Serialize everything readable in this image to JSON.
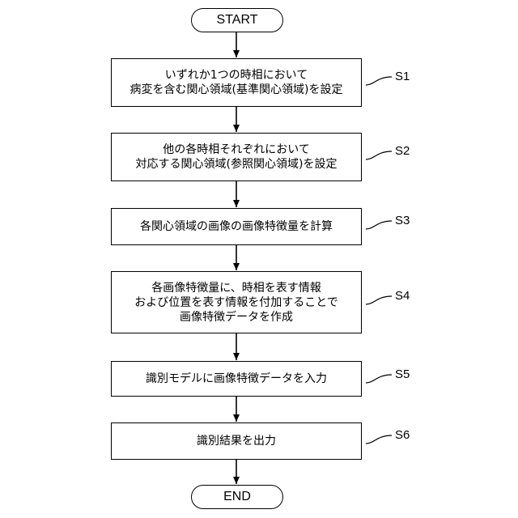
{
  "start_label": "START",
  "end_label": "END",
  "steps": [
    {
      "id": "S1",
      "lines": [
        "いずれか1つの時相において",
        "病変を含む関心領域(基準関心領域)を設定"
      ]
    },
    {
      "id": "S2",
      "lines": [
        "他の各時相それぞれにおいて",
        "対応する関心領域(参照関心領域)を設定"
      ]
    },
    {
      "id": "S3",
      "lines": [
        "各関心領域の画像の画像特徴量を計算"
      ]
    },
    {
      "id": "S4",
      "lines": [
        "各画像特徴量に、時相を表す情報",
        "および位置を表す情報を付加することで",
        "画像特徴データを作成"
      ]
    },
    {
      "id": "S5",
      "lines": [
        "識別モデルに画像特徴データを入力"
      ]
    },
    {
      "id": "S6",
      "lines": [
        "識別結果を出力"
      ]
    }
  ]
}
